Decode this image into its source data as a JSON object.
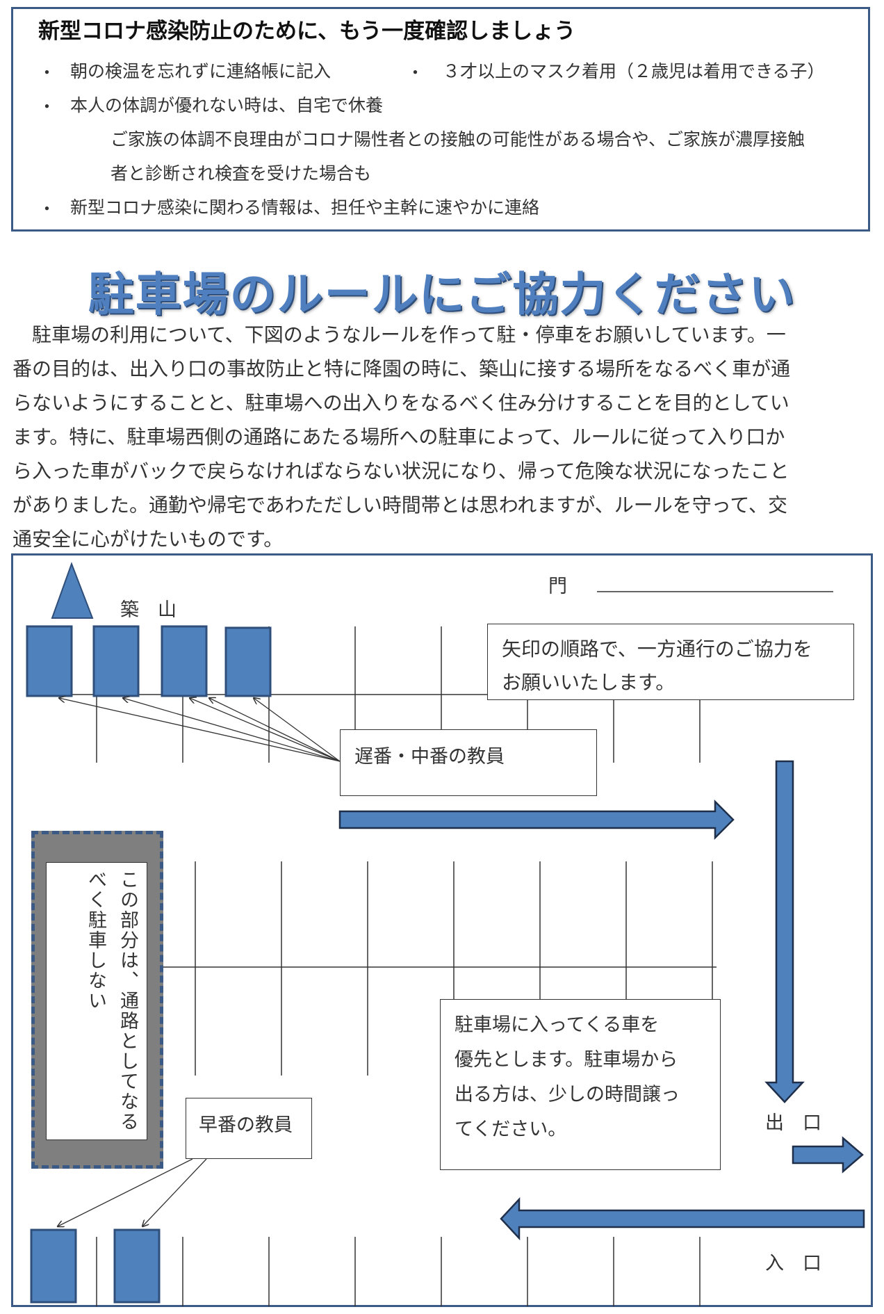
{
  "notice": {
    "title": "新型コロナ感染防止のために、もう一度確認しましょう",
    "bullet": "・",
    "item1": "朝の検温を忘れずに連絡帳に記入",
    "item2": "３才以上のマスク着用（２歳児は着用できる子）",
    "item3": "本人の体調が優れない時は、自宅で休養",
    "item3_detail_line1": "ご家族の体調不良理由がコロナ陽性者との接触の可能性がある場合や、ご家族が濃厚接触",
    "item3_detail_line2": "者と診断され検査を受けた場合も",
    "item4": "新型コロナ感染に関わる情報は、担任や主幹に速やかに連絡"
  },
  "headline": "駐車場のルールにご協力ください",
  "paragraph": {
    "lines": [
      "　駐車場の利用について、下図のようなルールを作って駐・停車をお願いしています。一",
      "番の目的は、出入り口の事故防止と特に降園の時に、築山に接する場所をなるべく車が通",
      "らないようにすることと、駐車場への出入りをなるべく住み分けすることを目的としてい",
      "ます。特に、駐車場西側の通路にあたる場所への駐車によって、ルールに従って入り口か",
      "ら入った車がバックで戻らなければならない状況になり、帰って危険な状況になったこと",
      "がありました。通勤や帰宅であわただしい時間帯とは思われますが、ルールを守って、交",
      "通安全に心がけたいものです。"
    ]
  },
  "diagram": {
    "tsukiyama": "築　山",
    "gate": "門",
    "oneway_line1": "矢印の順路で、一方通行のご協力を",
    "oneway_line2": "お願いいたします。",
    "late_teachers": "遅番・中番の教員",
    "early_teachers": "早番の教員",
    "nopark_col1": "この部分は、通路としてなる",
    "nopark_col2": "べく駐車しない",
    "priority_lines": [
      "駐車場に入ってくる車を",
      "優先とします。駐車場から",
      "出る方は、少しの時間譲っ",
      "てください。"
    ],
    "exit": "出　口",
    "entrance": "入　口",
    "colors": {
      "car": "#4f81bd",
      "car_border": "#2f4f7a",
      "frame": "#3b5a86",
      "gray": "#7f7f7f"
    }
  }
}
